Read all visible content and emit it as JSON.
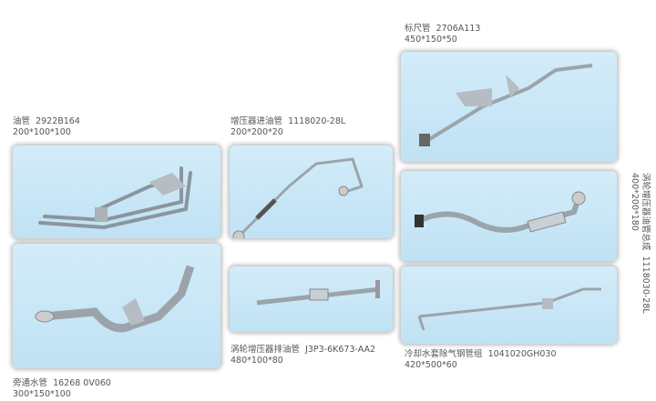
{
  "products": [
    {
      "name": "油管",
      "code": "2922B164",
      "size": "200*100*100"
    },
    {
      "name": "增压器进油管",
      "code": "1118020-28L",
      "size": "200*200*20"
    },
    {
      "name": "标尺管",
      "code": "2706A113",
      "size": "450*150*50"
    },
    {
      "name": "涡轮增压器油管总成",
      "code": "1118030-28L",
      "size": "400*200*180"
    },
    {
      "name": "旁通水管",
      "code": "16268  0V060",
      "size": "300*150*100"
    },
    {
      "name": "涡轮增压器排油管",
      "code": "J3P3-6K673-AA2",
      "size": "480*100*80"
    },
    {
      "name": "冷却水套除气钢管组",
      "code": "1041020GH030",
      "size": "420*500*60"
    }
  ]
}
